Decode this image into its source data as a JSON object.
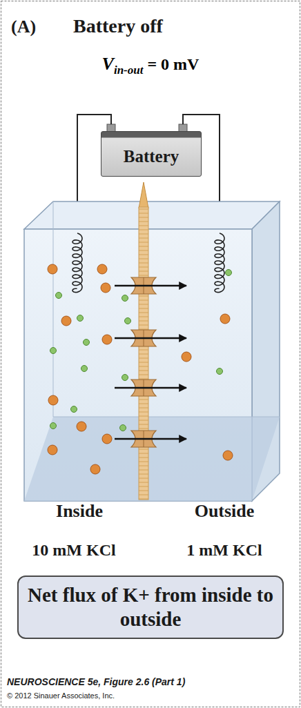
{
  "diagram": {
    "title": "Battery off",
    "caption": "NEUROSCIENCE 5e, Figure 2.6 (Part 1)",
    "nodes": [
      {
        "text": [
          "Battery"
        ]
      },
      {
        "text": [
          "Net flux of K+ from inside to outside"
        ]
      }
    ],
    "labels": [
      "(A)",
      "V",
      "in-out",
      "= 0 mV",
      "Inside",
      "Outside",
      "10 mM KCl",
      "1 mM KCl",
      "© 2012 Sinauer Associates, Inc."
    ]
  }
}
